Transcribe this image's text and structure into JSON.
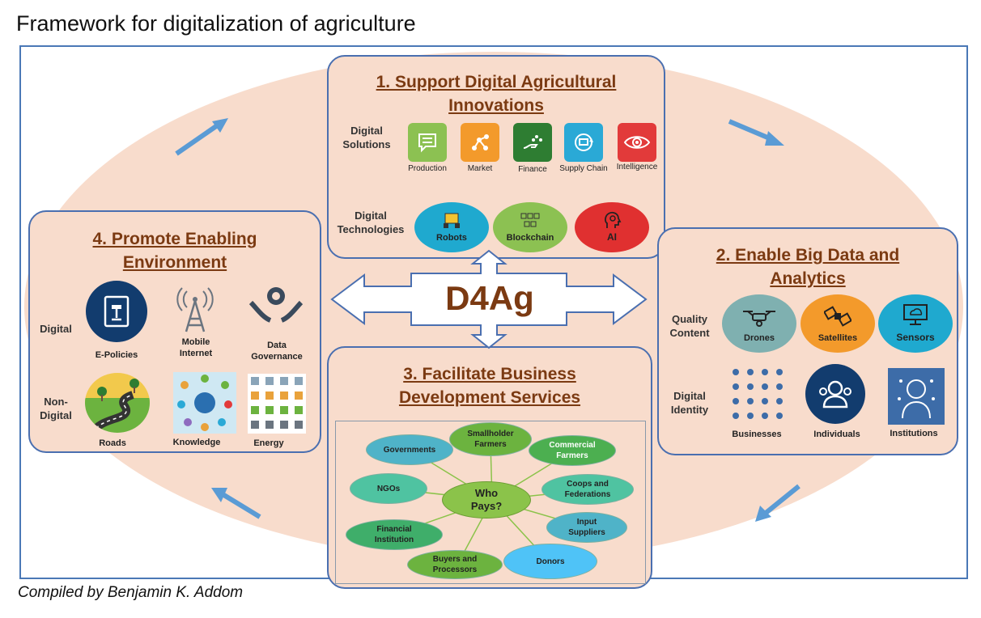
{
  "title": "Framework for digitalization of agriculture",
  "credit": "Compiled by Benjamin K. Addom",
  "center": "D4Ag",
  "panel1": {
    "title_line1": "1. Support Digital Agricultural",
    "title_line2": "Innovations",
    "row1_label_1": "Digital",
    "row1_label_2": "Solutions",
    "solutions": [
      "Production",
      "Market",
      "Finance",
      "Supply Chain",
      "Intelligence"
    ],
    "row2_label_1": "Digital",
    "row2_label_2": "Technologies",
    "technologies": [
      "Robots",
      "Blockchain",
      "AI"
    ]
  },
  "panel2": {
    "title_line1": "2. Enable Big Data and",
    "title_line2": "Analytics",
    "row1_label_1": "Quality",
    "row1_label_2": "Content",
    "content": [
      "Drones",
      "Satellites",
      "Sensors"
    ],
    "row2_label_1": "Digital",
    "row2_label_2": "Identity",
    "identity": [
      "Businesses",
      "Individuals",
      "Institutions"
    ]
  },
  "panel3": {
    "title_line1": "3. Facilitate Business",
    "title_line2": "Development Services",
    "hub_line1": "Who",
    "hub_line2": "Pays?",
    "payers": [
      [
        "Smallholder",
        "Farmers"
      ],
      [
        "Commercial",
        "Farmers"
      ],
      [
        "Coops and",
        "Federations"
      ],
      [
        "Input",
        "Suppliers"
      ],
      [
        "Donors"
      ],
      [
        "Buyers and",
        "Processors"
      ],
      [
        "Financial",
        "Institution"
      ],
      [
        "NGOs"
      ],
      [
        "Governments"
      ]
    ]
  },
  "panel4": {
    "title_line1": "4. Promote Enabling",
    "title_line2": "Environment",
    "row1_label": "Digital",
    "digital": [
      "E-Policies",
      "Mobile",
      "Internet",
      "Data",
      "Governance"
    ],
    "row2_label_1": "Non-",
    "row2_label_2": "Digital",
    "nondigital": [
      "Roads",
      "Knowledge",
      "Energy"
    ]
  },
  "colors": {
    "panel_border": "#4a6fb0",
    "title_brown": "#7b3a12",
    "background_peach": "#f8dccc",
    "arrow_blue": "#5a9bd5"
  }
}
